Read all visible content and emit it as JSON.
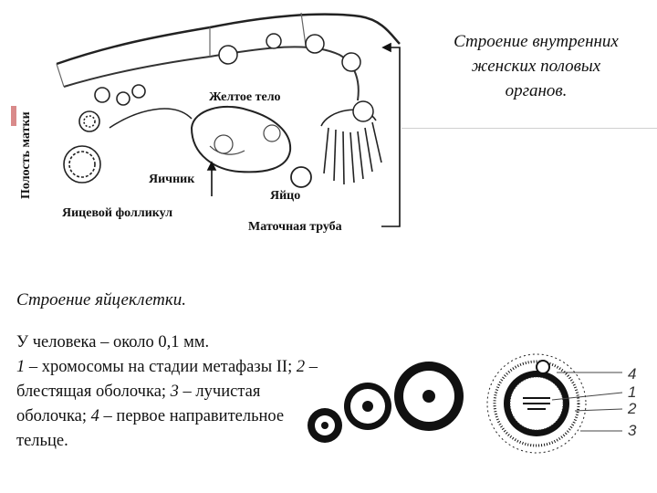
{
  "diagram": {
    "side_label": "Полость матки",
    "corpus_luteum": "Желтое тело",
    "ovary": "Яичник",
    "follicle": "Яицевой фолликул",
    "egg": "Яйцо",
    "tube": "Маточная труба"
  },
  "title_right": {
    "line1": "Строение внутренних",
    "line2": "женских половых",
    "line3": "органов."
  },
  "section_title": "Строение яйцеклетки.",
  "description": {
    "intro": "У человека – около 0,1 мм.",
    "n1": "1",
    "t1": " – хромосомы на стадии метафазы II; ",
    "n2": "2",
    "t2": " – блестящая оболочка; ",
    "n3": "3",
    "t3": " – лучистая оболочка; ",
    "n4": "4",
    "t4": " – первое направительное тельце."
  },
  "cell_numbers": [
    "4",
    "1",
    "2",
    "3"
  ]
}
